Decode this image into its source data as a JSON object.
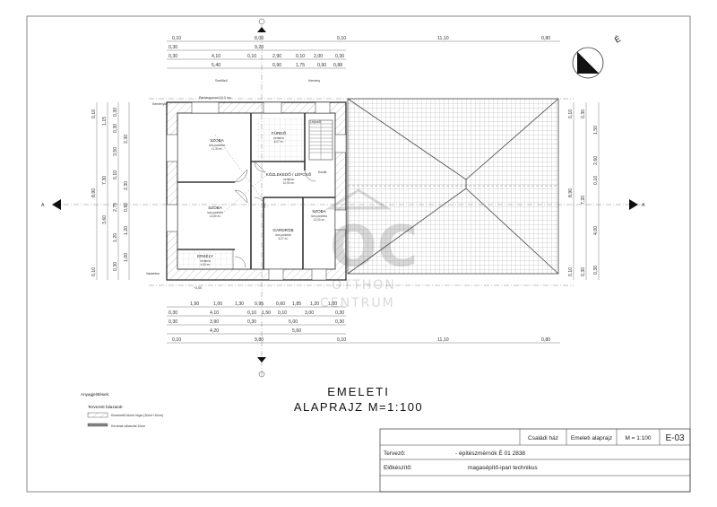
{
  "drawing_title_line1": "EMELETI",
  "drawing_title_line2": "ALAPRAJZ  M=1:100",
  "section_marker": "A",
  "compass_label": "É",
  "watermark": {
    "letters": "OC",
    "line1": "OTTHON",
    "line2": "CENTRUM"
  },
  "rooms": [
    {
      "name": "SZOBA",
      "finish": "lam.parketta",
      "area": "11,30 m²"
    },
    {
      "name": "FÜRDŐ",
      "finish": "kerámia",
      "area": "6,07 m²"
    },
    {
      "name": "KÖZLEKEDŐ / LÉPCSŐ",
      "finish": "kerámia",
      "area": "10,90 m²"
    },
    {
      "name": "SZOBA",
      "finish": "lam.parketta",
      "area": "14,80 m²"
    },
    {
      "name": "GARDRÓB",
      "finish": "lam.parketta",
      "area": "6,27 m²"
    },
    {
      "name": "SZOBA",
      "finish": "lam.parketta",
      "area": "12,00 m²"
    },
    {
      "name": "ERKÉLY",
      "finish": "kerámia",
      "area": "4,00 m²"
    }
  ],
  "dims_top": {
    "row1": [
      "0,10",
      "8,00",
      "0,10",
      "11,10",
      "0,80"
    ],
    "row2": [
      "0,30",
      "9,20"
    ],
    "row3": [
      "0,30",
      "4,10",
      "0,10",
      "2,90",
      "0,10",
      "2,00",
      "0,30"
    ],
    "row4": [
      "5,40",
      "0,90",
      "1,75",
      "0,90",
      "0,88"
    ]
  },
  "dims_bottom": {
    "row1": [
      "1,90",
      "1,00",
      "1,30",
      "0,95",
      "0,60",
      "1,85",
      "1,20",
      "1,00"
    ],
    "row2": [
      "0,30",
      "4,10",
      "0,10",
      "1,50",
      "0,10",
      "3,00",
      "0,30"
    ],
    "row3": [
      "0,30",
      "3,90",
      "0,30",
      "5,00",
      "0,30"
    ],
    "row4": [
      "4,20",
      "5,60"
    ],
    "row5": [
      "0,10",
      "9,80",
      "0,10",
      "11,10",
      "0,80"
    ]
  },
  "dims_left": {
    "col1": [
      "0,10",
      "8,90",
      "0,10"
    ],
    "col2": [
      "1,15",
      "7,30",
      "3,60"
    ],
    "col3": [
      "0,30",
      "0,30",
      "3,50",
      "0,10",
      "2,75",
      "1,20",
      "0,30"
    ],
    "col4": [
      "2,30",
      "2,30",
      "0,90",
      "1,20",
      "1,00"
    ]
  },
  "dims_right": {
    "col1": [
      "0,10",
      "8,90",
      "0,10"
    ],
    "col2": [
      "0,30",
      "7,20",
      "0,30"
    ],
    "col3": [
      "1,50",
      "2,60",
      "0,10",
      "4,00",
      "0,30"
    ]
  },
  "annotations": {
    "chimney1": "Kéményfal",
    "roof_edge": "Párkányvonal 10,0 cm",
    "vent1": "Szellőző",
    "chimney2": "Kémény",
    "label_left": "Vasbeton",
    "level": "+3,00",
    "stair": "Lépcső",
    "rail": "Korlát"
  },
  "legend": {
    "heading": "Anyagjelölések:",
    "subheading": "Tervezett falazatok:",
    "items": [
      "Kisméretű tömör tégla (30cm+10cm)",
      "Kerámia válaszfal 10cm"
    ]
  },
  "title_block": {
    "project": "Családi ház",
    "drawing": "Emeleti alaprajz",
    "scale": "M = 1:100",
    "number": "E-03",
    "designer_label": "Tervező:",
    "designer_value": "- építészmérnök  É 01 2838",
    "preparer_label": "Előkészítő:",
    "preparer_value": "magasépítő-ipari technikus"
  }
}
